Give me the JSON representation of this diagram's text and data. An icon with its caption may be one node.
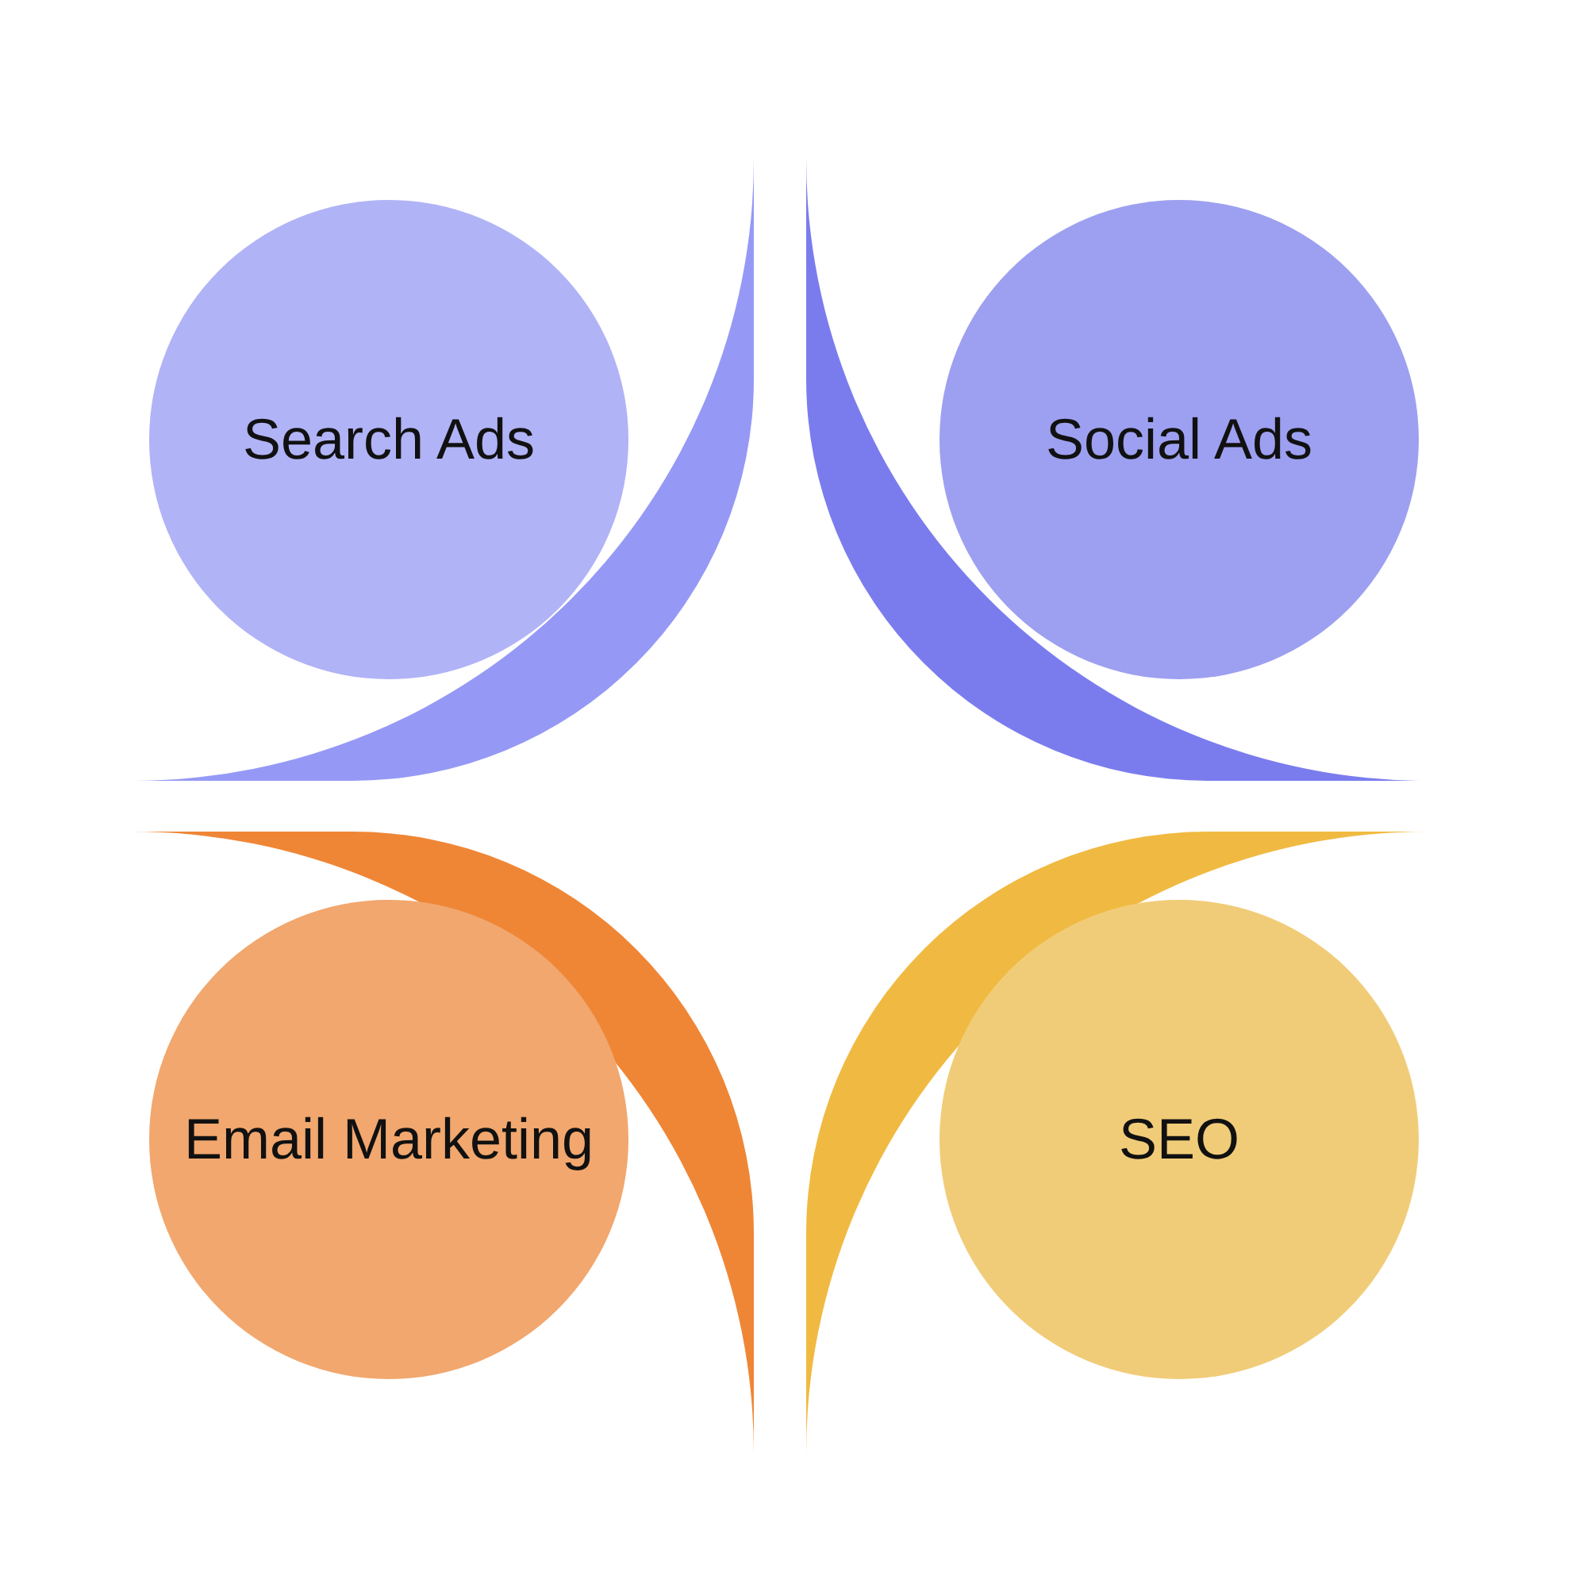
{
  "diagram": {
    "nodes": [
      {
        "text": [
          "Search Ads"
        ]
      },
      {
        "text": [
          "Social Ads"
        ]
      },
      {
        "text": [
          "Email Marketing"
        ]
      },
      {
        "text": [
          "SEO"
        ]
      }
    ]
  }
}
